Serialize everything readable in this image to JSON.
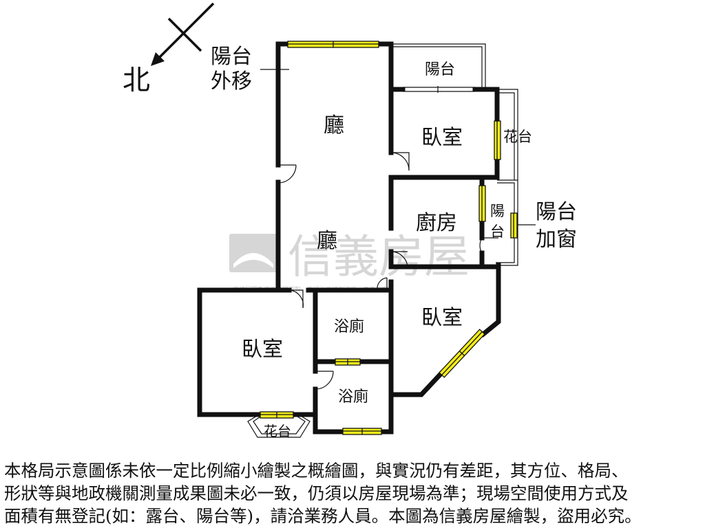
{
  "compass": {
    "north": "北"
  },
  "rooms": {
    "balcony_moved_out_l1": "陽台",
    "balcony_moved_out_l2": "外移",
    "living_upper": "廳",
    "living_lower": "廳",
    "balcony_top": "陽台",
    "bedroom_upper": "臥室",
    "planter_right": "花台",
    "kitchen": "廚房",
    "balcony_small_l1": "陽",
    "balcony_small_l2": "台",
    "balcony_window_l1": "陽台",
    "balcony_window_l2": "加窗",
    "bedroom_right": "臥室",
    "bath_upper": "浴廁",
    "bath_lower": "浴廁",
    "bedroom_left": "臥室",
    "planter_bottom": "花台"
  },
  "watermark": {
    "brand": "信義房屋",
    "fine_print": "本格局圖為信義房屋繪製，未經允許請勿盜用，違者必究"
  },
  "disclaimer": "本格局示意圖係未依一定比例縮小繪製之概繪圖，與實況仍有差距，其方位、格局、\n形狀等與地政機關測量成果圖未必一致，仍須以房屋現場為準；現場空間使用方式及\n面積有無登記(如：露台、陽台等)，請洽業務人員。本圖為信義房屋繪製，盜用必究。",
  "colors": {
    "wall": "#111111",
    "window_fill": "#f2ec1a",
    "watermark": "#b9b9b9"
  }
}
